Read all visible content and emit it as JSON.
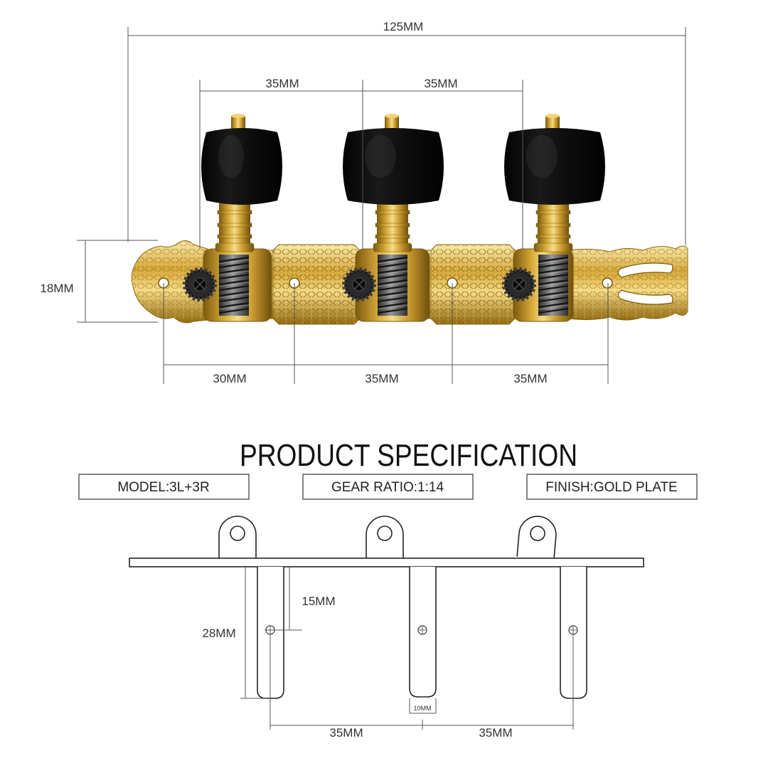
{
  "top_view": {
    "overall_length": "125MM",
    "post_spacing": [
      "35MM",
      "35MM"
    ],
    "plate_height": "18MM",
    "hole_spacing": [
      "30MM",
      "35MM",
      "35MM"
    ]
  },
  "title": "PRODUCT SPECIFICATION",
  "specs": [
    "MODEL:3L+3R",
    "GEAR RATIO:1:14",
    "FINISH:GOLD PLATE"
  ],
  "side_view": {
    "hole_depth": "15MM",
    "post_length": "28MM",
    "post_width": "10MM",
    "post_spacing": [
      "35MM",
      "35MM"
    ]
  },
  "colors": {
    "gold": "#d6a838",
    "gold_highlight": "#f6dc86",
    "knob_black": "#1a1a1a"
  }
}
